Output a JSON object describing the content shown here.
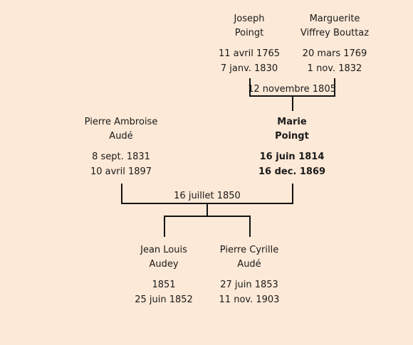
{
  "people": {
    "joseph": {
      "first": "Joseph",
      "last": "Poingt",
      "birth": "11 avril 1765",
      "death": "7 janv. 1830"
    },
    "marguerite": {
      "first": "Marguerite",
      "last": "Viffrey Bouttaz",
      "birth": "20 mars 1769",
      "death": "1 nov. 1832"
    },
    "pierre_ambroise": {
      "first": "Pierre Ambroise",
      "last": "Audé",
      "birth": "8 sept. 1831",
      "death": "10 avril 1897"
    },
    "marie": {
      "first": "Marie",
      "last": "Poingt",
      "birth": "16 juin 1814",
      "death": "16 dec. 1869"
    },
    "jean_louis": {
      "first": "Jean Louis",
      "last": "Audey",
      "birth": "1851",
      "death": "25 juin 1852"
    },
    "pierre_cyrille": {
      "first": "Pierre Cyrille",
      "last": "Audé",
      "birth": "27 juin 1853",
      "death": "11 nov. 1903"
    }
  },
  "marriages": {
    "joseph_marguerite": "12 novembre 1805",
    "pierre_marie": "16 juillet 1850"
  }
}
